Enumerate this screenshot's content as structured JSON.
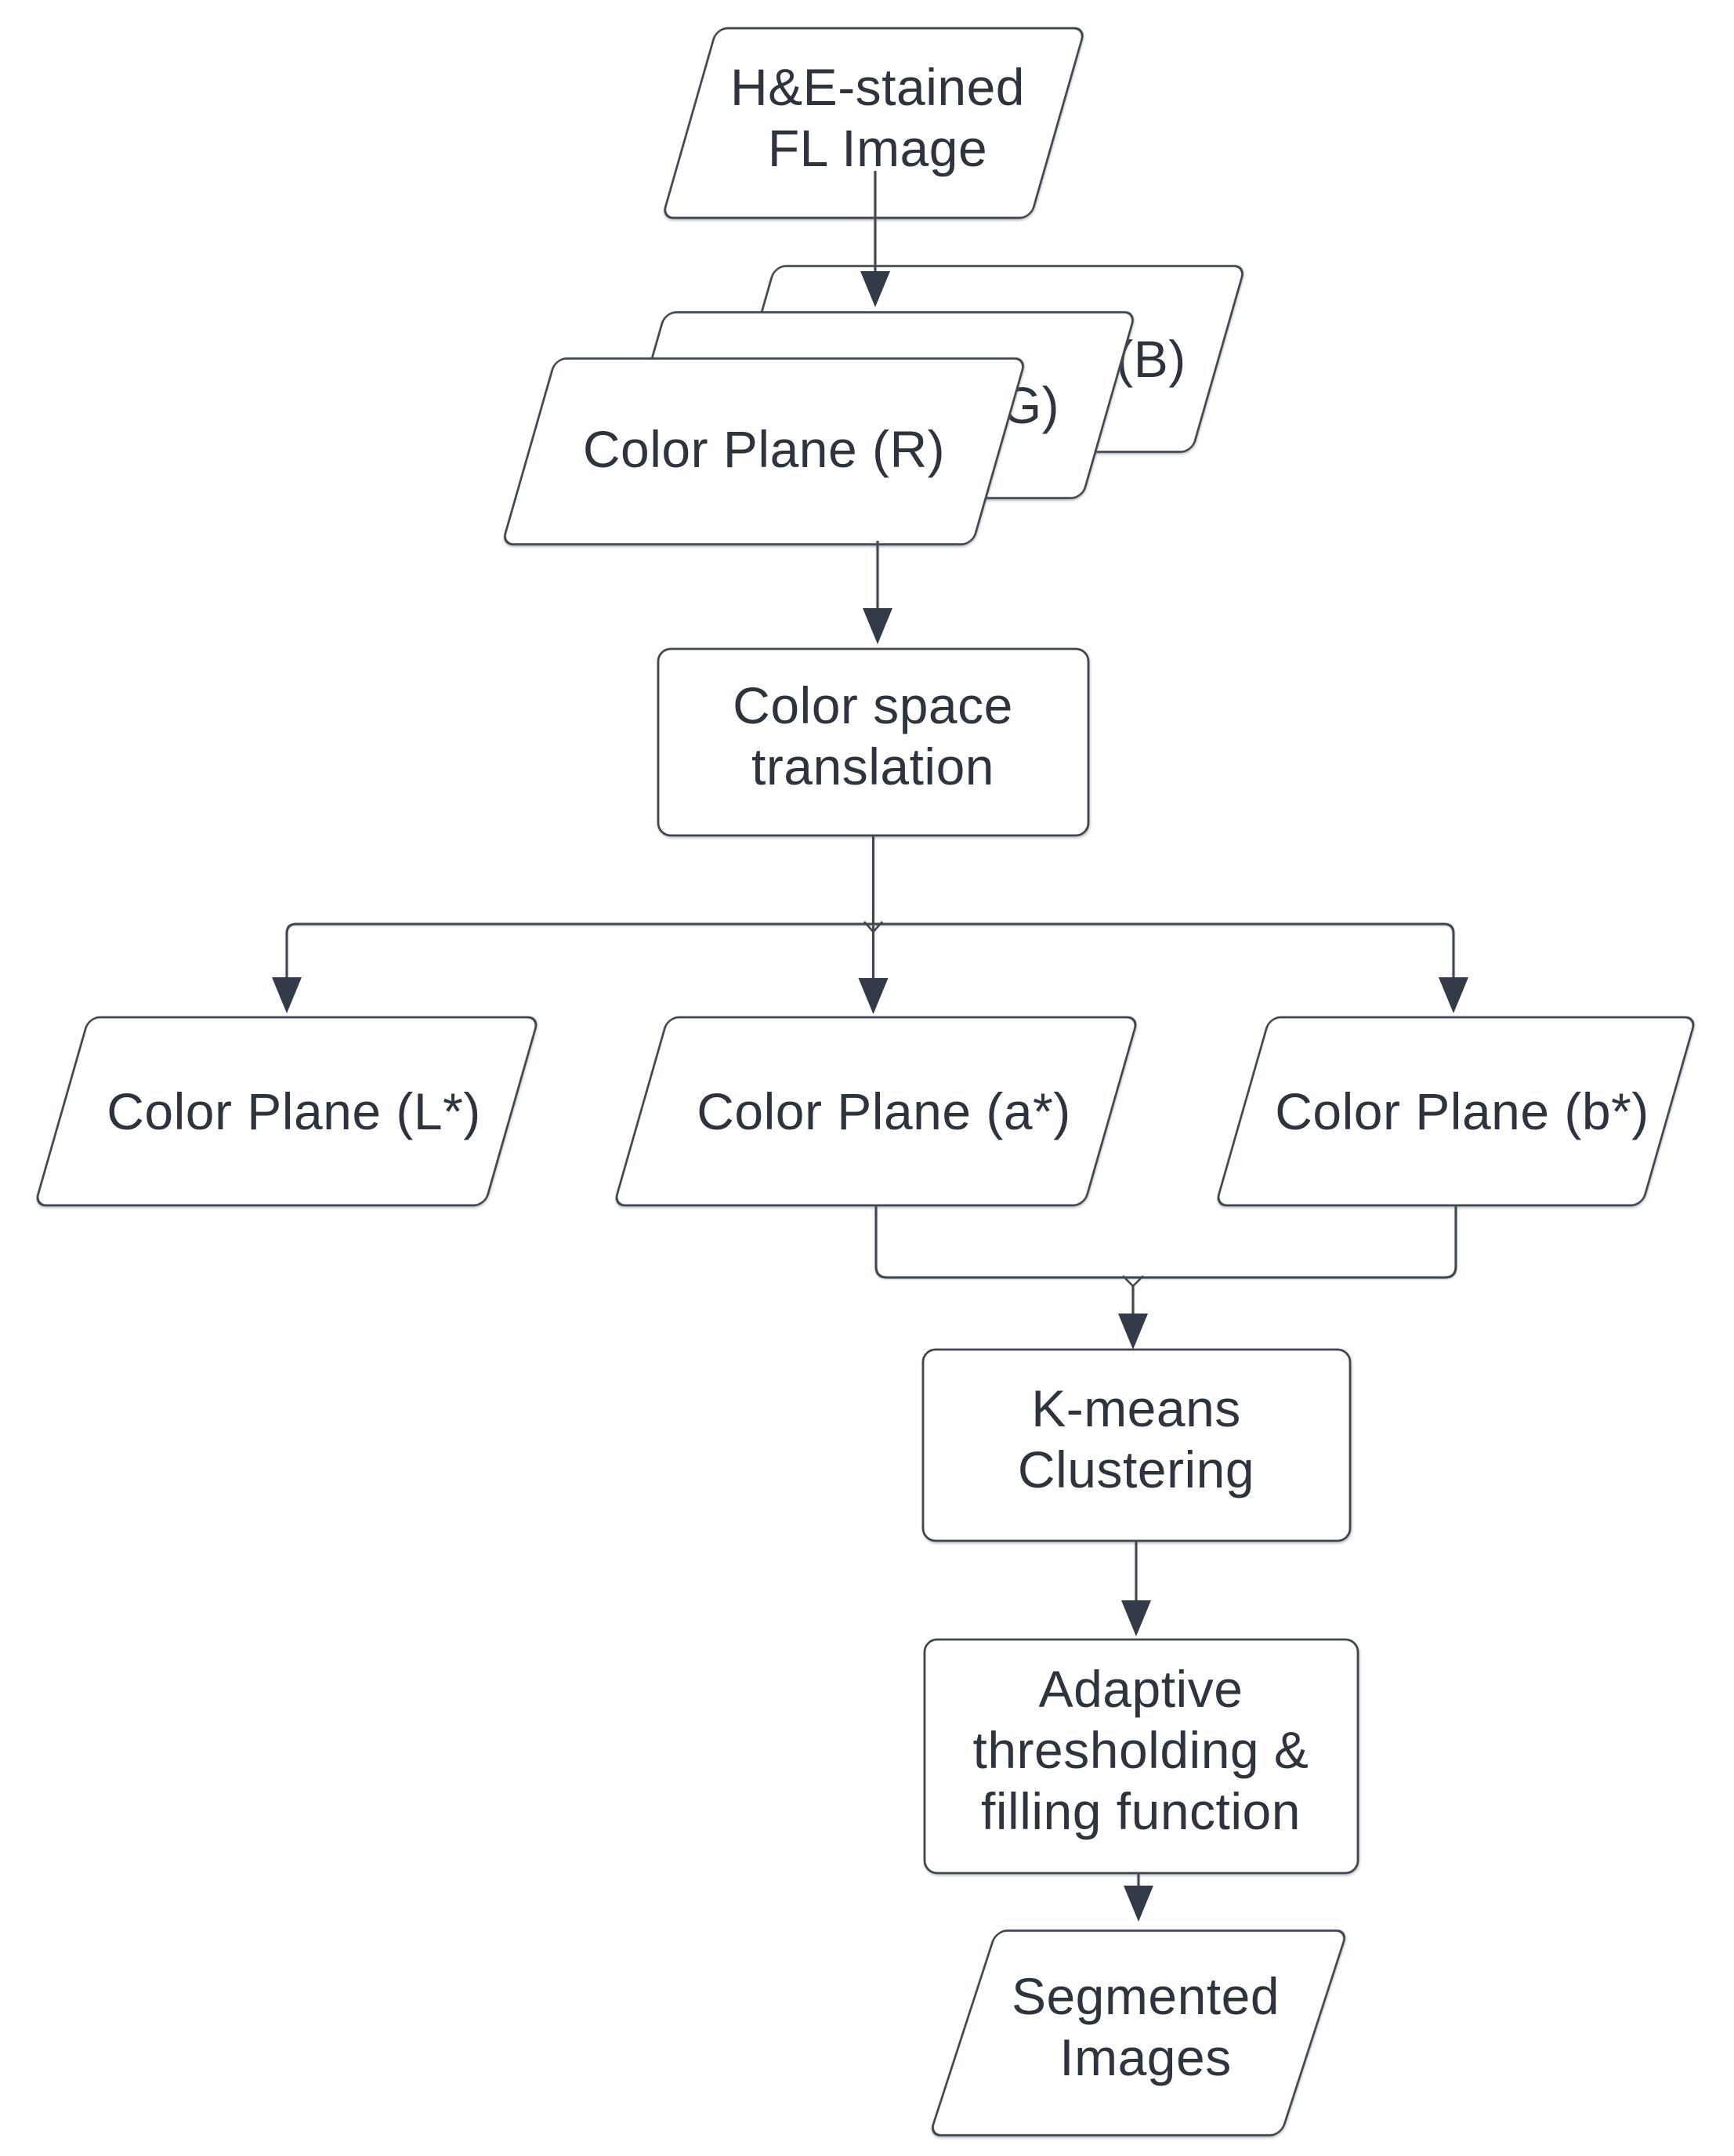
{
  "diagram": {
    "type": "flowchart",
    "background": "#ffffff",
    "colors": {
      "node_fill": "#ffffff",
      "node_stroke": "#3f4650",
      "edge_stroke": "#40474f",
      "arrowhead_fill": "#343b48",
      "text": "#2e343d"
    },
    "nodes": {
      "input_image": {
        "shape": "parallelogram",
        "lines": [
          "H&E-stained",
          "FL Image"
        ]
      },
      "color_plane_b": {
        "shape": "parallelogram",
        "visible_label": "(B)"
      },
      "color_plane_g": {
        "shape": "parallelogram",
        "visible_label": "G)"
      },
      "color_plane_r": {
        "shape": "parallelogram",
        "label": "Color Plane (R)"
      },
      "color_space_translation": {
        "shape": "rounded-rect",
        "lines": [
          "Color space",
          "translation"
        ]
      },
      "color_plane_l_star": {
        "shape": "parallelogram",
        "label": "Color Plane (L*)"
      },
      "color_plane_a_star": {
        "shape": "parallelogram",
        "label": "Color Plane (a*)"
      },
      "color_plane_b_star": {
        "shape": "parallelogram",
        "label": "Color Plane (b*)"
      },
      "kmeans_clustering": {
        "shape": "rounded-rect",
        "lines": [
          "K-means",
          "Clustering"
        ]
      },
      "adaptive_thresholding": {
        "shape": "rounded-rect",
        "lines": [
          "Adaptive",
          "thresholding &",
          "filling function"
        ]
      },
      "segmented_images": {
        "shape": "parallelogram",
        "lines": [
          "Segmented",
          "Images"
        ]
      }
    },
    "edges": [
      {
        "from": "input_image",
        "to": "rgb_color_planes"
      },
      {
        "from": "rgb_color_planes",
        "to": "color_space_translation"
      },
      {
        "from": "color_space_translation",
        "to": "color_plane_l_star"
      },
      {
        "from": "color_space_translation",
        "to": "color_plane_a_star"
      },
      {
        "from": "color_space_translation",
        "to": "color_plane_b_star"
      },
      {
        "from": "color_plane_a_star",
        "to": "kmeans_clustering"
      },
      {
        "from": "color_plane_b_star",
        "to": "kmeans_clustering"
      },
      {
        "from": "kmeans_clustering",
        "to": "adaptive_thresholding"
      },
      {
        "from": "adaptive_thresholding",
        "to": "segmented_images"
      }
    ]
  }
}
